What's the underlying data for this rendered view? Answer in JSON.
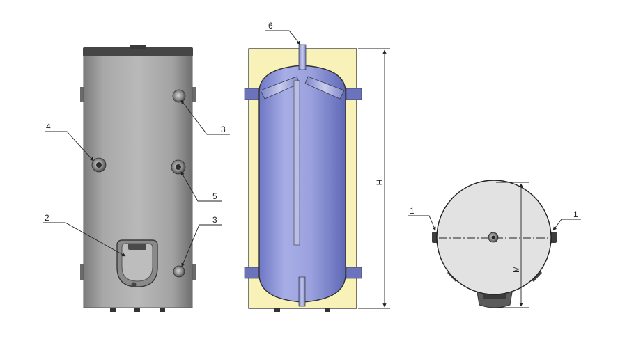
{
  "callouts": {
    "n1_left": "1",
    "n1_right": "1",
    "n2": "2",
    "n3_top": "3",
    "n3_bottom": "3",
    "n4": "4",
    "n5": "5",
    "n6": "6"
  },
  "dimensions": {
    "height": "H",
    "diameter": "M"
  },
  "colors": {
    "jacket": "#a9a9a9",
    "insulation": "#f8f2b8",
    "tank": "#8f96d8",
    "lid": "#454545",
    "top_view_fill": "#e2e2e2"
  }
}
